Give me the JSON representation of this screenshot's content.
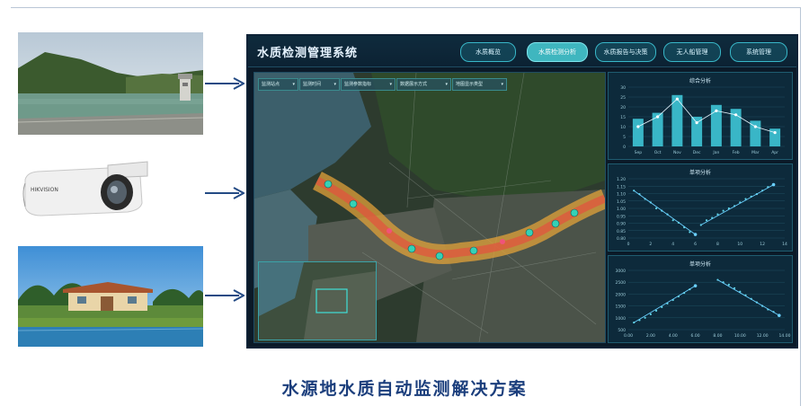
{
  "dashboard": {
    "title": "水质检测管理系统",
    "tabs": [
      {
        "label": "水质概览",
        "active": false
      },
      {
        "label": "水质检测分析",
        "active": true
      },
      {
        "label": "水质报告与决策",
        "active": false
      },
      {
        "label": "无人船管理",
        "active": false
      },
      {
        "label": "系统管理",
        "active": false
      }
    ],
    "filters": [
      "监测站点",
      "监测时间",
      "监测参数指标",
      "数据展示方式",
      "地图显示类型"
    ]
  },
  "panels": {
    "top_title": "综合分析",
    "middle_title": "单项分析",
    "bottom_title": "单项分析"
  },
  "chart_data": [
    {
      "type": "bar",
      "title": "综合分析",
      "categories": [
        "Sep",
        "Oct",
        "Nov",
        "Dec",
        "Jan",
        "Feb",
        "Mar",
        "Apr"
      ],
      "values": [
        14,
        17,
        26,
        15,
        21,
        19,
        13,
        9
      ],
      "line_values": [
        10,
        15,
        24,
        12,
        18,
        16,
        10,
        7
      ],
      "ylim": [
        0,
        30
      ],
      "yticks": [
        "0",
        "5",
        "10",
        "15",
        "20",
        "25",
        "30"
      ]
    },
    {
      "type": "scatter",
      "title": "单项分析",
      "x": [
        0.5,
        1,
        1.5,
        2,
        2.5,
        3,
        3.5,
        4,
        4.5,
        5,
        5.5,
        6,
        6.5,
        7,
        7.5,
        8,
        8.5,
        9,
        9.5,
        10,
        10.5,
        11,
        11.5,
        12,
        12.5,
        13
      ],
      "y": [
        1.15,
        1.12,
        1.08,
        1.05,
        1.0,
        0.98,
        0.95,
        0.9,
        0.88,
        0.84,
        0.8,
        0.78,
        0.86,
        0.9,
        0.92,
        0.95,
        0.98,
        1.0,
        1.02,
        1.05,
        1.08,
        1.1,
        1.12,
        1.15,
        1.18,
        1.2
      ],
      "xlim": [
        0,
        14
      ],
      "ylim": [
        0.75,
        1.25
      ],
      "xticks": [
        "0",
        "2",
        "4",
        "6",
        "8",
        "10",
        "12",
        "14"
      ],
      "yticks": [
        "0.80",
        "0.85",
        "0.90",
        "0.95",
        "1.00",
        "1.05",
        "1.10",
        "1.15",
        "1.20"
      ]
    },
    {
      "type": "scatter",
      "title": "单项分析",
      "x": [
        0.5,
        1,
        1.5,
        2,
        2.5,
        3,
        3.5,
        4,
        4.5,
        5,
        5.5,
        6,
        8,
        8.5,
        9,
        9.5,
        10,
        10.5,
        11,
        11.5,
        12,
        12.5,
        13,
        13.5
      ],
      "y": [
        800,
        900,
        1000,
        1150,
        1300,
        1450,
        1600,
        1750,
        1900,
        2050,
        2200,
        2350,
        2600,
        2500,
        2400,
        2250,
        2100,
        1950,
        1800,
        1650,
        1500,
        1350,
        1250,
        1100
      ],
      "xlim": [
        0,
        14
      ],
      "ylim": [
        500,
        3000
      ],
      "xticks": [
        "0.00",
        "2.00",
        "4.00",
        "6.00",
        "8.00",
        "10.00",
        "12.00",
        "14.00"
      ],
      "yticks": [
        "500",
        "1000",
        "1500",
        "2000",
        "2500",
        "3000"
      ]
    }
  ],
  "caption": "水源地水质自动监测解决方案",
  "camera_brand": "HIKVISION",
  "colors": {
    "caption": "#1b3e7c",
    "arrow": "#234a84",
    "accent": "#3fb6bf",
    "bar": "#39b6c7"
  }
}
